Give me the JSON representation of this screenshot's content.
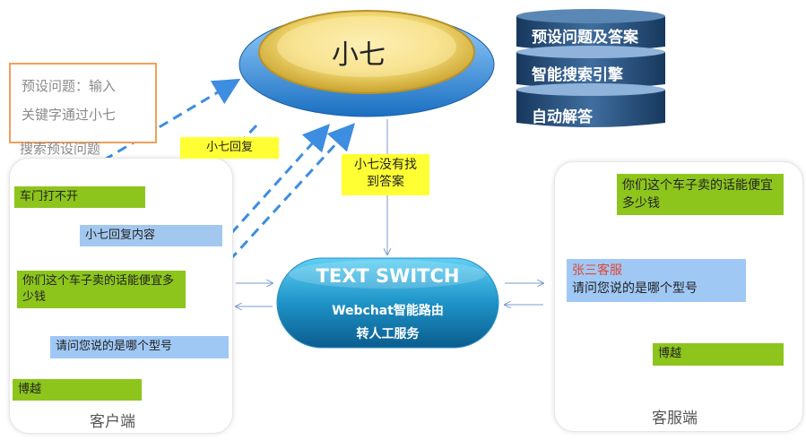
{
  "center_disc": {
    "label": "小七"
  },
  "db_stack": {
    "layers": [
      "预设问题及答案",
      "智能搜索引擎",
      "自动解答"
    ]
  },
  "note_box": {
    "lines": [
      "预设问题：输入",
      "关键字通过小七",
      "搜索预设问题"
    ]
  },
  "xiaoqi_reply_tag": "小七回复",
  "not_found_tag": {
    "lines": [
      "小七没有找",
      "到答案"
    ]
  },
  "switch": {
    "title": "TEXT SWITCH",
    "line1": "Webchat智能路由",
    "line2": "转人工服务"
  },
  "client_panel": {
    "label": "客户端",
    "messages": [
      "车门打不开",
      "小七回复内容",
      "你们这个车子卖的话能便宜多少钱",
      "请问您说的是哪个型号",
      "博越"
    ]
  },
  "agent_panel": {
    "label": "客服端",
    "messages": [
      "你们这个车子卖的话能便宜多少钱",
      "博越"
    ],
    "agent_name": "张三客服",
    "agent_reply": "请问您说的是哪个型号"
  },
  "colors": {
    "green": "#8dc51c",
    "blue": "#a3c8ef",
    "yellow": "#ffff33",
    "navy": "#1f4a78",
    "accent_orange": "#f0a05a",
    "agent_name_red": "#e0473a"
  }
}
